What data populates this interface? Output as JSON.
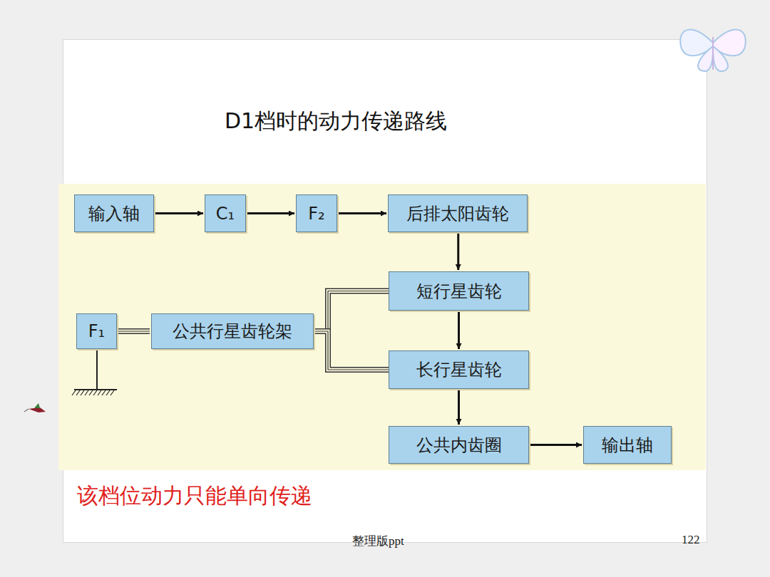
{
  "diagram": {
    "title": "D1档时的动力传递路线",
    "nodes": [
      {
        "text": [
          "输入轴"
        ]
      },
      {
        "text": [
          "C₁"
        ]
      },
      {
        "text": [
          "F₂"
        ]
      },
      {
        "text": [
          "后排太阳齿轮"
        ]
      },
      {
        "text": [
          "短行星齿轮"
        ]
      },
      {
        "text": [
          "长行星齿轮"
        ]
      },
      {
        "text": [
          "公共内齿圈"
        ]
      },
      {
        "text": [
          "输出轴"
        ]
      },
      {
        "text": [
          "F₁"
        ]
      },
      {
        "text": [
          "公共行星齿轮架"
        ]
      }
    ],
    "edges": [
      {
        "from": 0,
        "to": 1,
        "arrow": "to"
      },
      {
        "from": 1,
        "to": 2,
        "arrow": "to"
      },
      {
        "from": 2,
        "to": 3,
        "arrow": "to"
      },
      {
        "from": 3,
        "to": 4,
        "arrow": "to"
      },
      {
        "from": 4,
        "to": 5,
        "arrow": "to"
      },
      {
        "from": 5,
        "to": 6,
        "arrow": "to"
      },
      {
        "from": 6,
        "to": 7,
        "arrow": "to"
      },
      {
        "from": 8,
        "to": 9,
        "arrow": "none"
      },
      {
        "from": 9,
        "to": 4,
        "arrow": "none"
      },
      {
        "from": 9,
        "to": 5,
        "arrow": "none"
      }
    ],
    "labels": [
      "该档位动力只能单向传递",
      "整理版ppt",
      "122"
    ]
  }
}
